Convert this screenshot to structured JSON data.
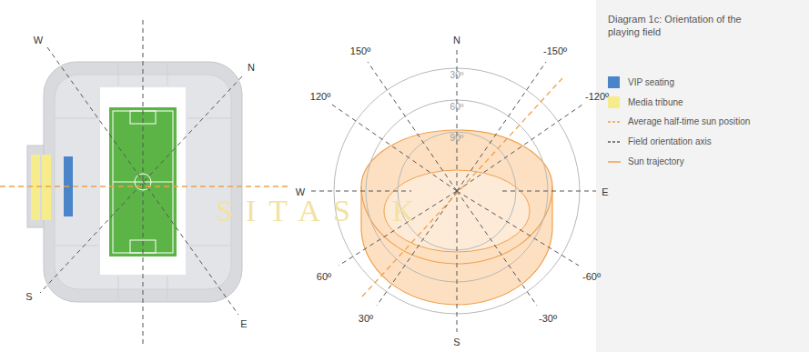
{
  "diagram": {
    "title": "Diagram 1c: Orientation of the playing field",
    "labels": [
      "W",
      "N",
      "S",
      "E",
      "N",
      "150º",
      "-150º",
      "120º",
      "-120º",
      "W",
      "E",
      "60º",
      "-60º",
      "30º",
      "-30º",
      "S",
      "30º",
      "60º",
      "90º",
      "SITAS",
      "K"
    ],
    "legend": [
      {
        "text": "VIP seating",
        "color": "#4a84c9"
      },
      {
        "text": "Media tribune",
        "color": "#f7ec8c"
      },
      {
        "text": "Average half-time sun position"
      },
      {
        "text": "Field orientation axis"
      },
      {
        "text": "Sun trajectory"
      }
    ]
  }
}
